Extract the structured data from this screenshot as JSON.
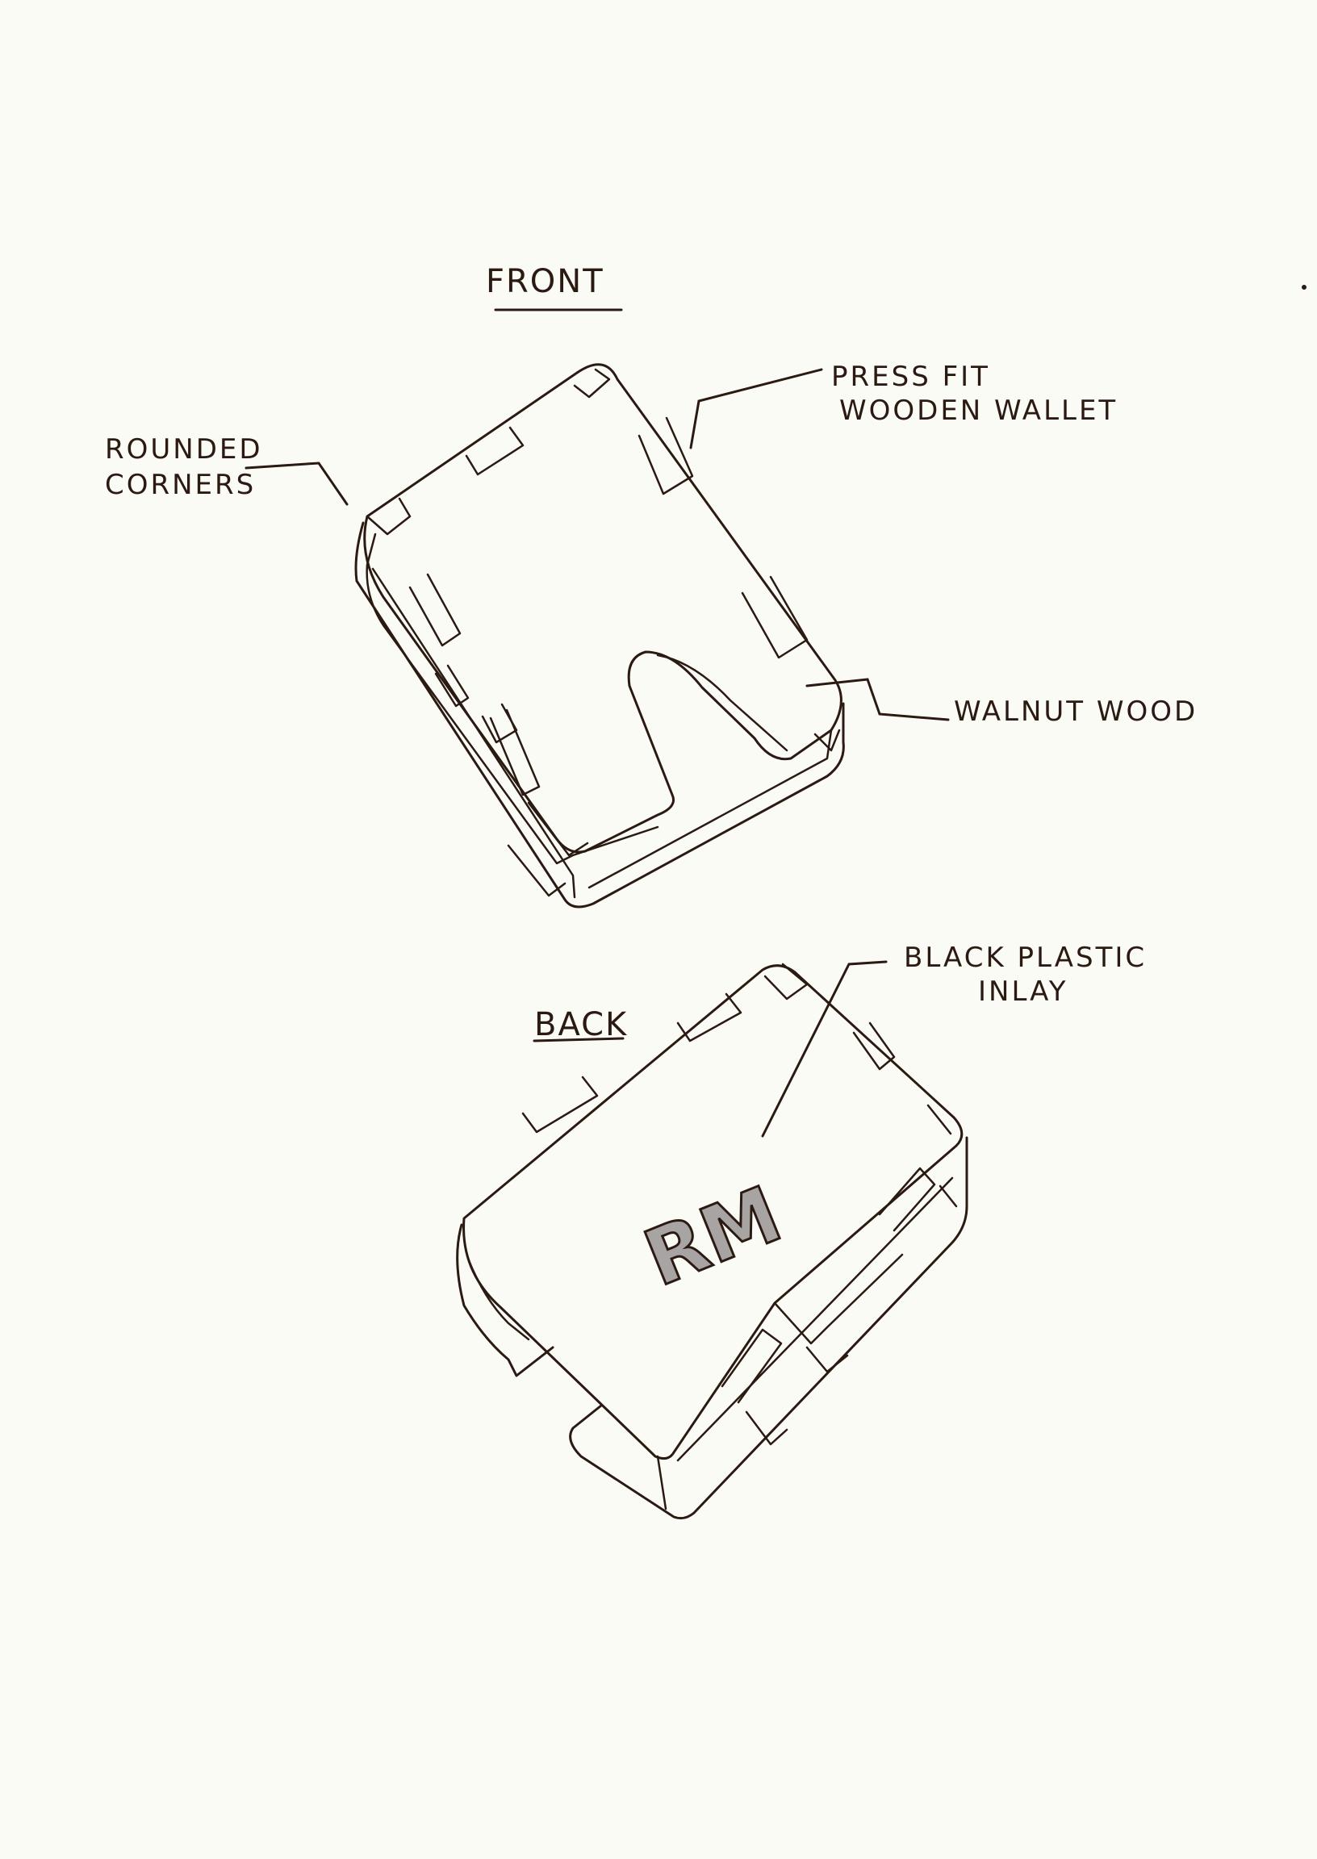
{
  "headings": {
    "front": "FRONT",
    "back": "BACK"
  },
  "labels": {
    "rounded_corners": [
      "ROUNDED",
      "CORNERS"
    ],
    "press_fit": [
      "PRESS FIT",
      "WOODEN WALLET"
    ],
    "walnut": "WALNUT WOOD",
    "black_plastic": [
      "BLACK PLASTIC",
      "INLAY"
    ]
  },
  "monogram": "RM",
  "colors": {
    "ink": "#2a1a12",
    "paper": "#fbfbf5",
    "inlay": "#a8a4a4"
  }
}
